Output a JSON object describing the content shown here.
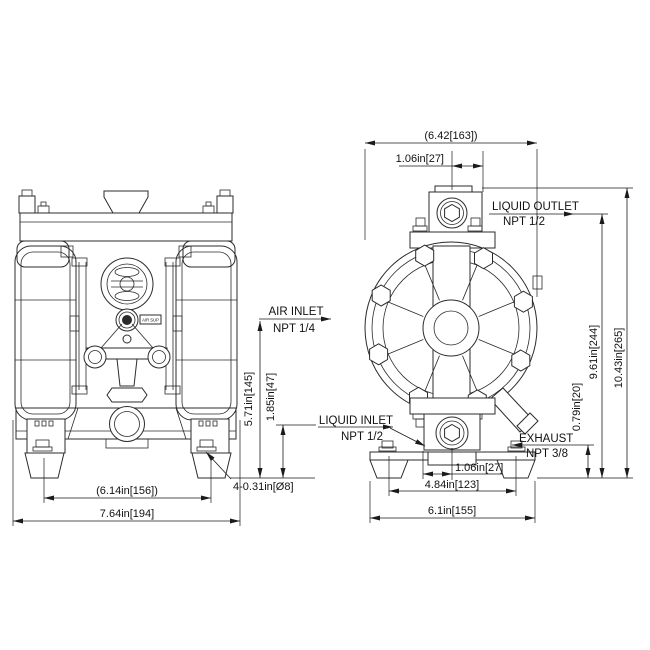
{
  "labels": {
    "air_inlet": {
      "name": "AIR INLET",
      "size": "NPT 1/4"
    },
    "liquid_inlet": {
      "name": "LIQUID INLET",
      "size": "NPT 1/2"
    },
    "liquid_outlet": {
      "name": "LIQUID OUTLET",
      "size": "NPT 1/2"
    },
    "exhaust": {
      "name": "EXHAUST",
      "size": "NPT 3/8"
    },
    "air_plate_tag": "AIR SUP"
  },
  "dimensions": {
    "front_view": {
      "foot_span": "(6.14in[156])",
      "overall_width": "7.64in[194]",
      "mounting_holes": "4-0.31in[Ø8]",
      "air_inlet_height": "5.71in[145]",
      "liquid_inlet_height": "1.85in[47]"
    },
    "side_view": {
      "body_width": "(6.42[163])",
      "outlet_offset": "1.06in[27]",
      "inlet_offset": "1.06in[27]",
      "foot_hole_span": "4.84in[123]",
      "base_width": "6.1in[155]",
      "exhaust_height": "0.79in[20]",
      "outlet_height": "9.61in[244]",
      "overall_height": "10.43in[265]"
    }
  },
  "colors": {
    "line": "#2b2b2b",
    "background": "#ffffff",
    "text": "#121212"
  }
}
